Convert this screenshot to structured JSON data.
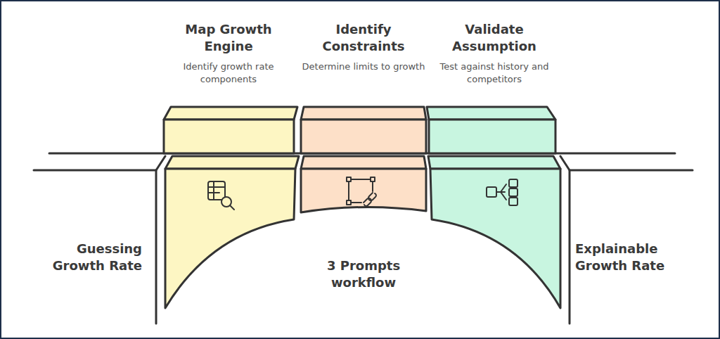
{
  "diagram": {
    "nodes": [
      {
        "text": [
          "Map Growth Engine",
          "Identify growth rate components"
        ]
      },
      {
        "text": [
          "Identify Constraints",
          "Determine limits to growth"
        ]
      },
      {
        "text": [
          "Validate Assumption",
          "Test against history and competitors"
        ]
      }
    ],
    "labels": [
      "Guessing Growth Rate",
      "3 Prompts workflow",
      "Explainable Growth Rate"
    ]
  }
}
